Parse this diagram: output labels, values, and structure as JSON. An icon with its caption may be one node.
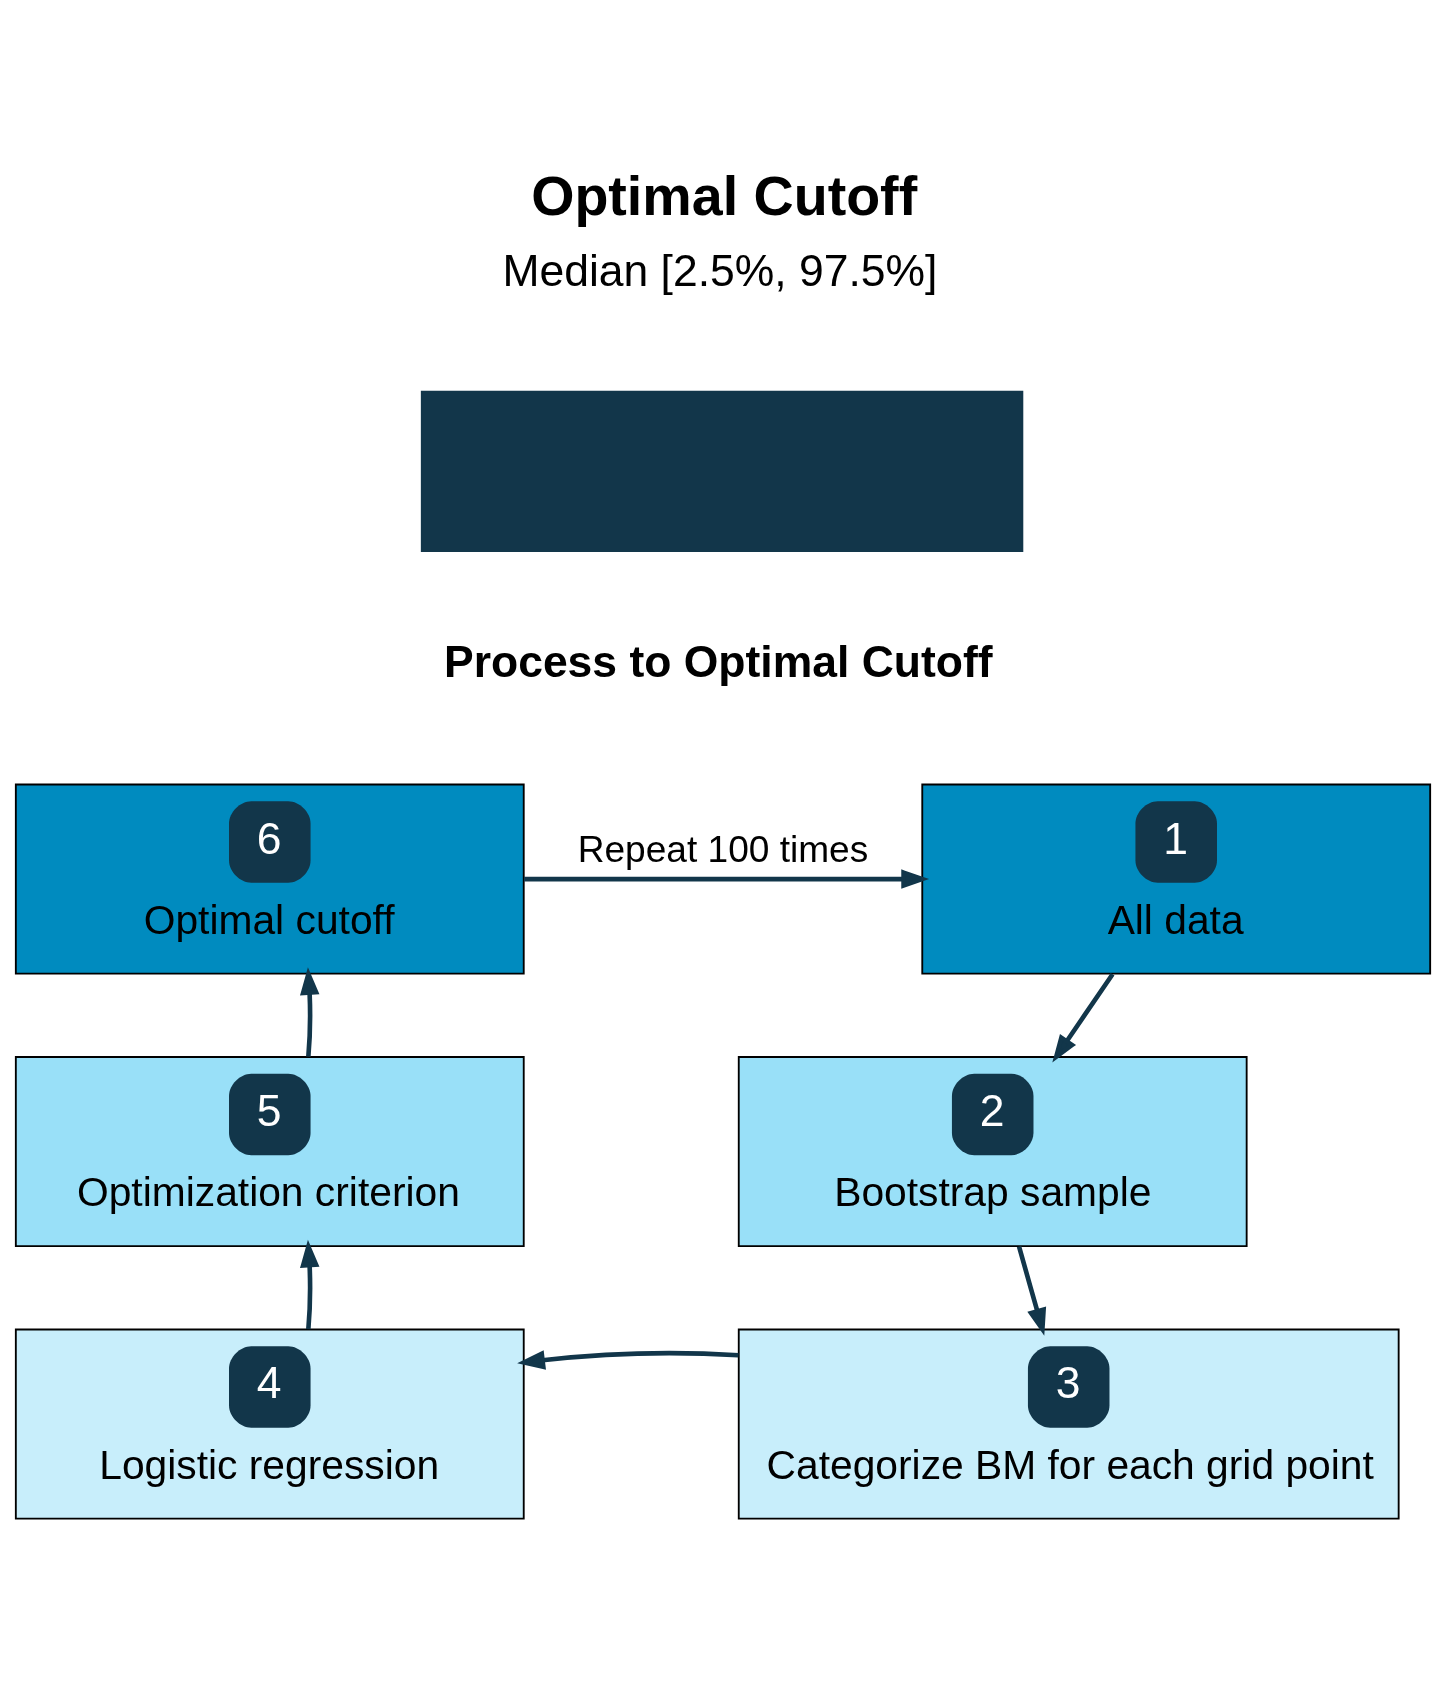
{
  "diagram": {
    "title": "Optimal Cutoff",
    "nodes": [
      {
        "text": [],
        "shape": "bar"
      },
      {
        "text": [
          "6",
          "Optimal cutoff"
        ]
      },
      {
        "text": [
          "1",
          "All data"
        ]
      },
      {
        "text": [
          "5",
          "Optimization criterion"
        ]
      },
      {
        "text": [
          "2",
          "Bootstrap sample"
        ]
      },
      {
        "text": [
          "4",
          "Logistic regression"
        ]
      },
      {
        "text": [
          "3",
          "Categorize BM for each grid point"
        ]
      }
    ],
    "edges": [
      {
        "from": 1,
        "to": 2,
        "arrow": "to",
        "label": "Repeat 100 times"
      },
      {
        "from": 2,
        "to": 4,
        "arrow": "to"
      },
      {
        "from": 4,
        "to": 6,
        "arrow": "to"
      },
      {
        "from": 6,
        "to": 5,
        "arrow": "to"
      },
      {
        "from": 5,
        "to": 3,
        "arrow": "to"
      },
      {
        "from": 3,
        "to": 1,
        "arrow": "to"
      }
    ],
    "labels": [
      "Median [2.5%, 97.5%]",
      "Process to Optimal Cutoff"
    ]
  }
}
